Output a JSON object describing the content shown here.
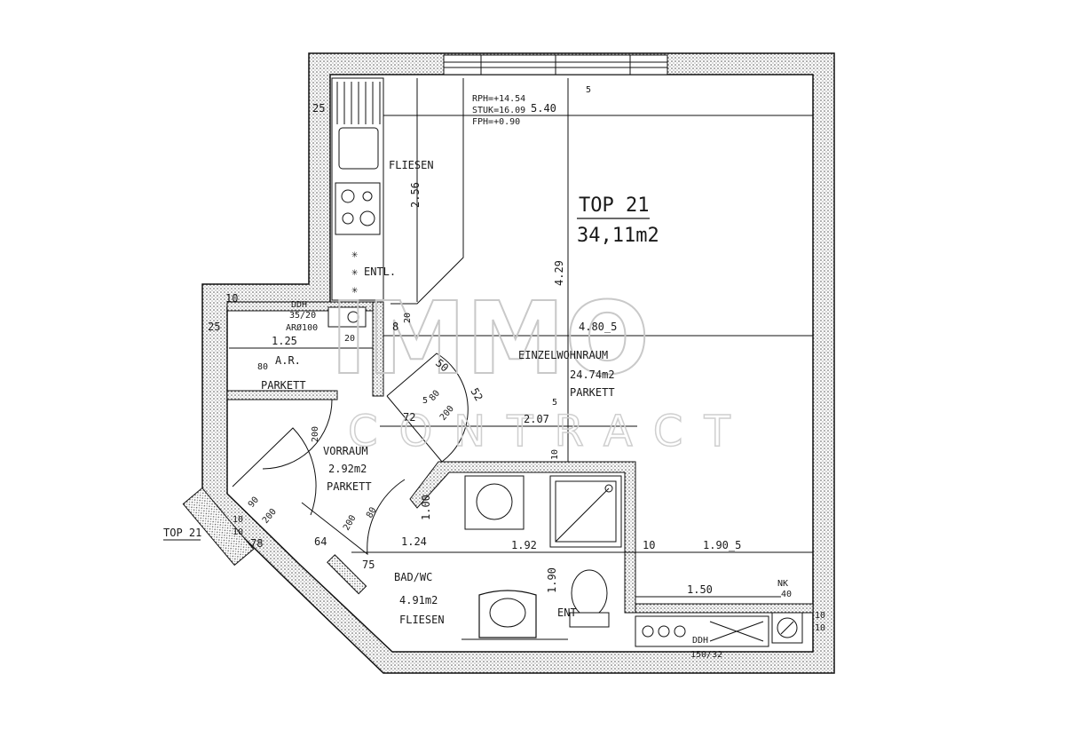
{
  "apartment": {
    "name": "TOP 21",
    "area": "34,11m2",
    "entrance_label": "TOP 21"
  },
  "watermark": {
    "brand": "IMMO",
    "sub": "CONTRACT"
  },
  "heights": {
    "rph": "RPH=+14.54",
    "stuk": "STUK=16.09",
    "fph": "FPH=+0.90"
  },
  "rooms": {
    "living": {
      "name": "EINZELWOHNRAUM",
      "area": "24.74m2",
      "floor": "PARKETT"
    },
    "ar": {
      "name": "A.R.",
      "floor": "PARKETT"
    },
    "hall": {
      "name": "VORRAUM",
      "area": "2.92m2",
      "floor": "PARKETT"
    },
    "bath": {
      "name": "BAD/WC",
      "area": "4.91m2",
      "floor": "FLIESEN"
    },
    "kitchen": {
      "floor": "FLIESEN"
    }
  },
  "notes": {
    "vent_kitchen": "ENTL.",
    "vent_bath": "ENT",
    "ddh": "DDH",
    "ddh_size": "35/20",
    "ar_diam": "ARØ100",
    "nk": "NK",
    "kitchen_ddh": "DDH",
    "kitchen_ddh_size": "150/32"
  },
  "dimensions": [
    "5.40",
    "2.56",
    "4.29",
    "4.80_5",
    "2.07",
    "1.92",
    "1.90_5",
    "1.50",
    "1.25",
    "80",
    "200",
    "50",
    "52",
    "5",
    "80",
    "200",
    "72",
    "10",
    "1.00",
    "1.24",
    "75",
    "64",
    "78",
    "1.90",
    "10",
    "40",
    "25",
    "25",
    "10",
    "8",
    "20",
    "5",
    "5",
    "90",
    "200",
    "80",
    "200",
    "10",
    "10",
    "20",
    "10",
    "10"
  ],
  "colors": {
    "line": "#111111",
    "hatch": "#6b6b6b",
    "watermark": "#c9c9c9"
  }
}
